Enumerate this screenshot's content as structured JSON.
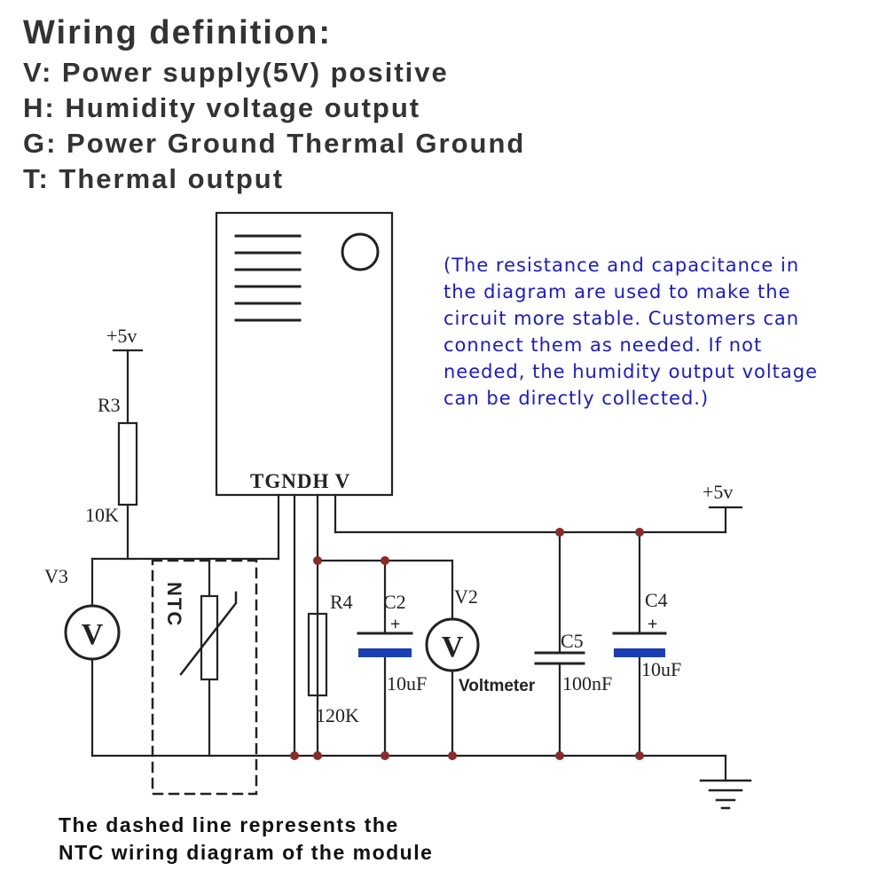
{
  "header": {
    "title": "Wiring definition:",
    "definitions": [
      "V: Power supply(5V) positive",
      "H: Humidity voltage output",
      "G: Power Ground Thermal Ground",
      "T: Thermal output"
    ]
  },
  "note": {
    "lines": [
      "(The resistance and capacitance in",
      "the diagram are used to make the",
      "circuit more stable. Customers can",
      "connect them as needed. If not",
      "needed, the humidity output voltage",
      "can be directly collected.)"
    ]
  },
  "module": {
    "pin_labels": "TGNDH V"
  },
  "supply": {
    "left_label": "+5v",
    "right_label": "+5v"
  },
  "components": {
    "r3_name": "R3",
    "r3_value": "10K",
    "v3_name": "V3",
    "ntc_label": "NTC",
    "r4_name": "R4",
    "r4_value": "120K",
    "c2_name": "C2",
    "c2_value": "10uF",
    "v2_name": "V2",
    "v2_label": "Voltmeter",
    "c5_name": "C5",
    "c5_value": "100nF",
    "c4_name": "C4",
    "c4_value": "10uF",
    "plus_sign": "+",
    "voltmeter_symbol": "V"
  },
  "caption": {
    "lines": [
      "The dashed line represents the",
      "NTC wiring diagram of the module"
    ]
  },
  "colors": {
    "text_dark": "#333333",
    "note_blue": "#1a1acc",
    "capacitor_blue": "#1a3fb5",
    "junction_red": "#8b2a2a",
    "wire": "#222222"
  }
}
